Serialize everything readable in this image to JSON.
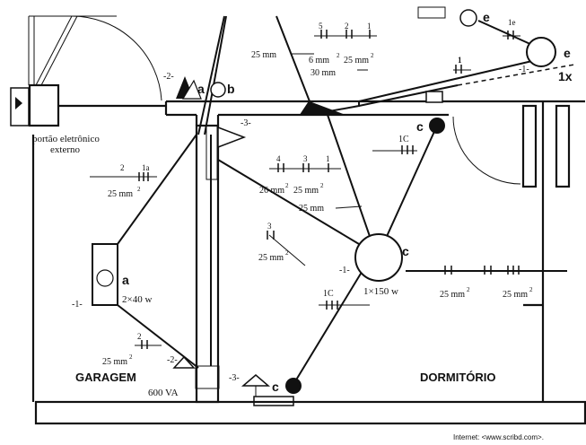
{
  "labels": {
    "gate": "portão eletrônico",
    "gate2": "externo",
    "room_garagem": "GARAGEM",
    "room_dormitorio": "DORMITÓRIO",
    "source": "Internet: <www.scribd.com>."
  },
  "points": {
    "a": "a",
    "b": "b",
    "c": "c",
    "e": "e",
    "x": "1x"
  },
  "circuits": {
    "c1": "-1-",
    "c2": "-2-",
    "c3": "-3-",
    "c1C": "1C",
    "c1e": "1e",
    "c1a": "1a",
    "n1": "1",
    "n2": "2",
    "n3": "3",
    "n4": "4",
    "n5": "5"
  },
  "sections": {
    "s25": "25 mm",
    "s26": "26 mm",
    "s6": "6 mm",
    "s30": "30 mm",
    "sup": "2"
  },
  "loads": {
    "garage_lamp": "2×40 w",
    "bedroom_lamp": "1×150 w",
    "outlet": "600 VA"
  }
}
